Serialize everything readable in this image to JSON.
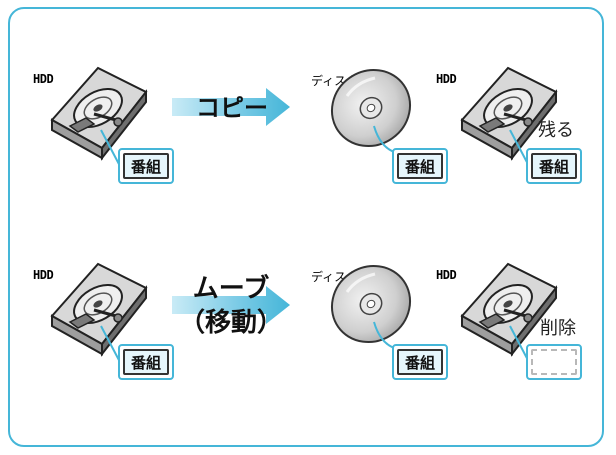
{
  "rows": [
    {
      "hdd_label": "HDD",
      "action": "コピー",
      "action_line2": "",
      "disc_label": "ディスク",
      "disc_program": "番組",
      "source_program": "番組",
      "target_hdd_label": "HDD",
      "target_program": "番組",
      "result_text": "残る"
    },
    {
      "hdd_label": "HDD",
      "action": "ムーブ",
      "action_line2": "（移動）",
      "disc_label": "ディスク",
      "disc_program": "番組",
      "source_program": "番組",
      "target_hdd_label": "HDD",
      "result_text": "削除"
    }
  ],
  "icons": [
    "hard-disk-drive-icon",
    "optical-disc-icon",
    "right-arrow-icon"
  ],
  "colors": {
    "accent": "#45b6d8",
    "arrow_light": "#bfe6f4",
    "program_fill": "#e6f6fc"
  }
}
